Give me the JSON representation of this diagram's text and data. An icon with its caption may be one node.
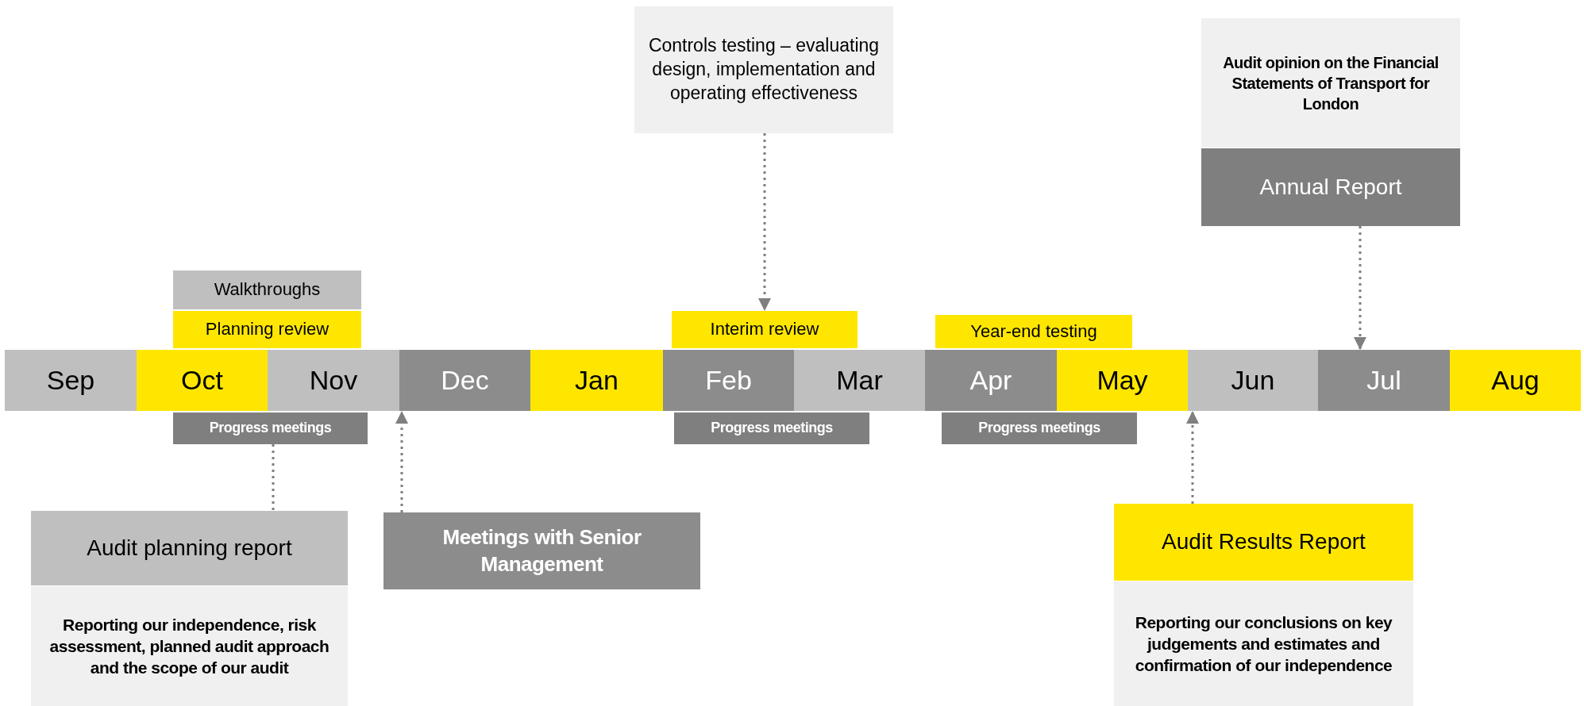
{
  "diagram": {
    "nodes": [
      {
        "text": [
          "Sep"
        ]
      },
      {
        "text": [
          "Oct"
        ]
      },
      {
        "text": [
          "Nov"
        ]
      },
      {
        "text": [
          "Dec"
        ]
      },
      {
        "text": [
          "Jan"
        ]
      },
      {
        "text": [
          "Feb"
        ]
      },
      {
        "text": [
          "Mar"
        ]
      },
      {
        "text": [
          "Apr"
        ]
      },
      {
        "text": [
          "May"
        ]
      },
      {
        "text": [
          "Jun"
        ]
      },
      {
        "text": [
          "Jul"
        ]
      },
      {
        "text": [
          "Aug"
        ]
      },
      {
        "text": [
          "Walkthroughs"
        ]
      },
      {
        "text": [
          "Planning review"
        ]
      },
      {
        "text": [
          "Progress meetings"
        ]
      },
      {
        "text": [
          "Audit planning report"
        ]
      },
      {
        "text": [
          "Reporting our independence, risk assessment, planned audit approach and the scope of our audit"
        ]
      },
      {
        "text": [
          "Meetings with Senior Management"
        ]
      },
      {
        "text": [
          "Controls testing – evaluating design, implementation and operating effectiveness"
        ]
      },
      {
        "text": [
          "Interim review"
        ]
      },
      {
        "text": [
          "Progress meetings"
        ]
      },
      {
        "text": [
          "Year-end testing"
        ]
      },
      {
        "text": [
          "Progress meetings"
        ]
      },
      {
        "text": [
          "Audit Results Report"
        ]
      },
      {
        "text": [
          "Reporting our conclusions on key judgements and estimates and confirmation of our independence"
        ]
      },
      {
        "text": [
          "Audit opinion on the Financial Statements of Transport for London"
        ]
      },
      {
        "text": [
          "Annual Report"
        ]
      }
    ],
    "edges": [
      {
        "from": 14,
        "to": 15,
        "arrow": "none",
        "style": "dashed"
      },
      {
        "from": 17,
        "to": 3,
        "arrow": "to",
        "style": "dashed"
      },
      {
        "from": 18,
        "to": 19,
        "arrow": "to",
        "style": "dashed"
      },
      {
        "from": 23,
        "to": 8,
        "arrow": "to",
        "style": "dashed"
      },
      {
        "from": 26,
        "to": 10,
        "arrow": "to",
        "style": "dashed"
      }
    ]
  }
}
